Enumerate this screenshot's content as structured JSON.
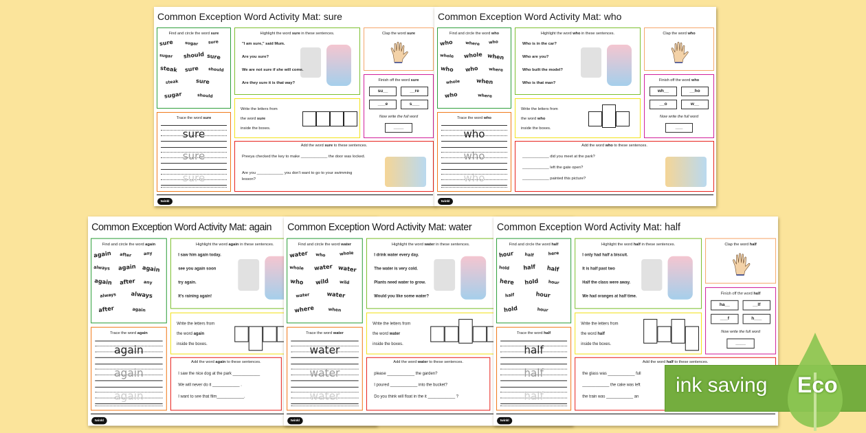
{
  "common": {
    "find_prefix": "Find and circle the word",
    "highlight_prefix": "Highlight the word",
    "highlight_suffix": "in these sentences.",
    "clap_prefix": "Clap the word",
    "finish_prefix": "Finish off the word",
    "now_write": "Now write the full word",
    "trace_prefix": "Trace the word",
    "write_line1": "Write the letters from",
    "write_line2": "the word",
    "write_line3": "inside the boxes.",
    "add_prefix": "Add the word",
    "add_suffix": "to these sentences.",
    "logo": "twinkl"
  },
  "sheets": [
    {
      "title": "Common Exception Word Activity Mat: sure",
      "word": "sure",
      "find_words": [
        "sure",
        "sugar",
        "sure",
        "sugar",
        "should",
        "sure",
        "steak",
        "sure",
        "should",
        "steak",
        "sure",
        "sugar",
        "should"
      ],
      "highlight_sentences": [
        "\"I am sure,\" said Mum.",
        "Are you sure?",
        "We are not sure if she will come.",
        "Are they sure it is that way?"
      ],
      "add_sentences": [
        "Preeya checked the key to make ____________ the door was locked.",
        "Are you ____________ you don't want to go to your swimming lesson?"
      ],
      "finish_fragments": [
        "su__",
        "__re",
        "___e",
        "s___"
      ],
      "full_word_blank": "____"
    },
    {
      "title": "Common Exception Word Activity Mat: who",
      "word": "who",
      "find_words": [
        "who",
        "where",
        "who",
        "whole",
        "whole",
        "when",
        "who",
        "who",
        "where",
        "whole",
        "when",
        "who",
        "where"
      ],
      "highlight_sentences": [
        "Who is in the car?",
        "Who are you?",
        "Who built the model?",
        "Who is that man?"
      ],
      "add_sentences": [
        "____________ did you meet at the park?",
        "____________ left the gate open?",
        "____________ painted this picture?"
      ],
      "finish_fragments": [
        "wh__",
        "__ho",
        "__o",
        "w__"
      ],
      "full_word_blank": "___"
    },
    {
      "title": "Common Exception Word Activity Mat: again",
      "word": "again",
      "find_words": [
        "again",
        "after",
        "any",
        "always",
        "again",
        "again",
        "again",
        "after",
        "any",
        "always",
        "always",
        "after",
        "again"
      ],
      "highlight_sentences": [
        "I saw him again today.",
        "see you again soon",
        "try again.",
        "It's raining again!"
      ],
      "add_sentences": [
        "I saw the nice dog at the park ____________",
        "We will never do it ____________ .",
        "I want to see that film____________."
      ],
      "finish_fragments": [],
      "full_word_blank": ""
    },
    {
      "title": "Common Exception Word Activity Mat: water",
      "word": "water",
      "find_words": [
        "water",
        "who",
        "whole",
        "whole",
        "water",
        "water",
        "who",
        "wild",
        "wild",
        "water",
        "water",
        "where",
        "when"
      ],
      "highlight_sentences": [
        "I drink water every day.",
        "The water is very cold.",
        "Plants need water to grow.",
        "Would you like some water?"
      ],
      "add_sentences": [
        "please ____________ the garden?",
        "I poured ____________ into the bucket?",
        "Do you think will float in the it ____________ ?"
      ],
      "finish_fragments": [],
      "full_word_blank": ""
    },
    {
      "title": "Common Exception Word Activity Mat: half",
      "word": "half",
      "find_words": [
        "hour",
        "half",
        "here",
        "hold",
        "half",
        "half",
        "here",
        "hold",
        "hour",
        "half",
        "hour",
        "hold",
        "hour"
      ],
      "highlight_sentences": [
        "I only had half a biscuit.",
        "It is half past two",
        "Half the class were away.",
        "We had oranges at half time."
      ],
      "add_sentences": [
        "the glass was ____________ full",
        "____________ the cake was left",
        "the train was ____________ an"
      ],
      "finish_fragments": [
        "ha__",
        "__lf",
        "___f",
        "h___"
      ],
      "full_word_blank": "____"
    }
  ],
  "banner": {
    "label": "ink saving",
    "badge": "Eco",
    "color": "#74ad3e"
  },
  "colors": {
    "background": "#fbe49b",
    "find": "#2e9e3a",
    "trace": "#f07a1a",
    "highlight": "#7cbf2e",
    "write": "#f2e21a",
    "add": "#e8221c",
    "clap": "#f5a66a",
    "finish": "#d11f9a"
  }
}
